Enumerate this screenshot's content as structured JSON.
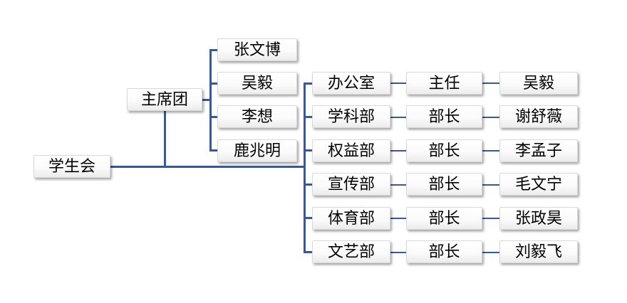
{
  "colors": {
    "connector": "#35599c"
  },
  "org": {
    "root_label": "学生会",
    "presidium_label": "主席团",
    "members": [
      "张文博",
      "吴毅",
      "李想",
      "鹿兆明"
    ],
    "departments": [
      {
        "dept": "办公室",
        "title": "主任",
        "name": "吴毅"
      },
      {
        "dept": "学科部",
        "title": "部长",
        "name": "谢舒薇"
      },
      {
        "dept": "权益部",
        "title": "部长",
        "name": "李孟子"
      },
      {
        "dept": "宣传部",
        "title": "部长",
        "name": "毛文宁"
      },
      {
        "dept": "体育部",
        "title": "部长",
        "name": "张政昊"
      },
      {
        "dept": "文艺部",
        "title": "部长",
        "name": "刘毅飞"
      }
    ]
  }
}
